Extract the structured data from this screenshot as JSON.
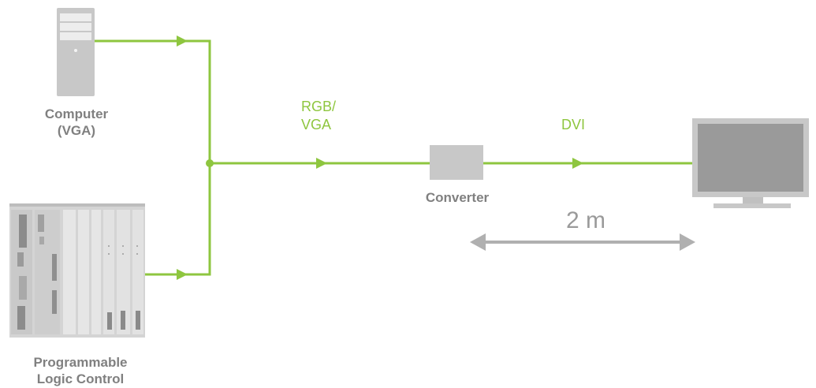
{
  "devices": {
    "computer": {
      "line1": "Computer",
      "line2": "(VGA)"
    },
    "plc": {
      "line1": "Programmable",
      "line2": "Logic Control"
    },
    "converter": {
      "label": "Converter"
    },
    "monitor": {
      "icon": "monitor-icon"
    }
  },
  "signals": {
    "input": {
      "line1": "RGB/",
      "line2": "VGA"
    },
    "output": {
      "label": "DVI"
    }
  },
  "distance": {
    "label": "2 m"
  },
  "colors": {
    "line": "#8ec63f",
    "device_gray": "#c8c8c8",
    "label_gray": "#808080",
    "arrow_gray": "#b0b0b0"
  }
}
